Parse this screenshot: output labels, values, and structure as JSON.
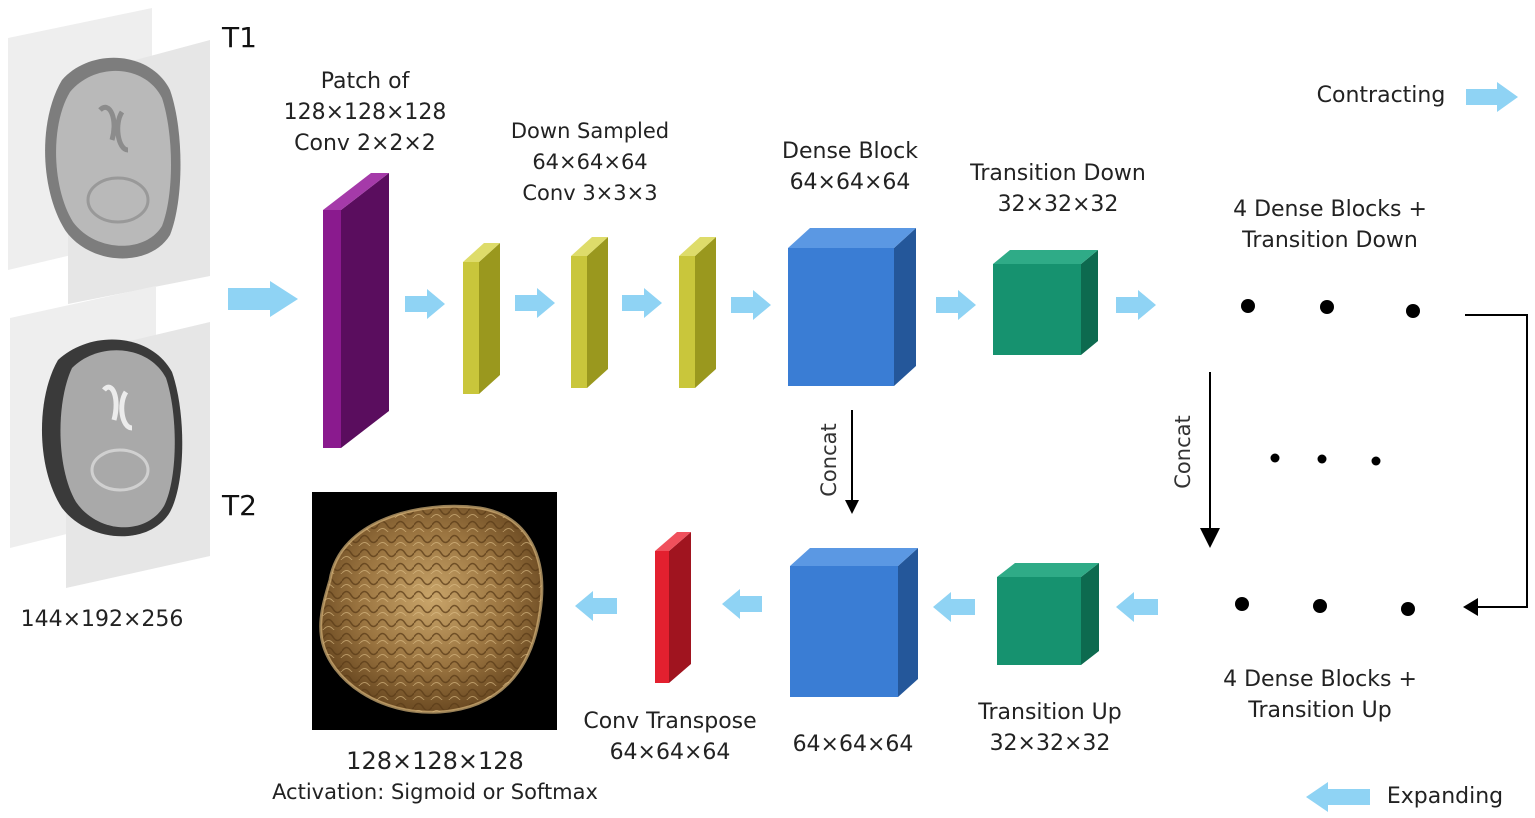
{
  "colors": {
    "arrow": "#8fd3f4",
    "patch_front": "#8a1a8e",
    "patch_side": "#5a0d5e",
    "patch_top": "#a53aa9",
    "conv_front": "#c9c63b",
    "conv_side": "#9a981e",
    "conv_top": "#dedc6a",
    "dense_front": "#3a7dd4",
    "dense_side": "#24579a",
    "dense_top": "#5b98e3",
    "trans_front": "#16926f",
    "trans_side": "#0d6a4f",
    "trans_top": "#2fab87",
    "convt_front": "#e3202f",
    "convt_side": "#a0141f",
    "convt_top": "#f0505c",
    "brain_bg": "#000000",
    "brain_tissue": "#a07a44"
  },
  "labels": {
    "t1": "T1",
    "t2": "T2",
    "input_size": "144×192×256",
    "patch": [
      "Patch of",
      "128×128×128",
      "Conv 2×2×2"
    ],
    "down_sampled": [
      "Down Sampled",
      "64×64×64",
      "Conv 3×3×3"
    ],
    "dense_top": [
      "Dense Block",
      "64×64×64"
    ],
    "trans_down": [
      "Transition Down",
      "32×32×32"
    ],
    "dense_blocks_down": [
      "4  Dense Blocks +",
      "Transition Down"
    ],
    "contracting": "Contracting",
    "concat": "Concat",
    "dense_bottom": "64×64×64",
    "trans_up": [
      "Transition Up",
      "32×32×32"
    ],
    "dense_blocks_up": [
      "4  Dense Blocks +",
      "Transition Up"
    ],
    "conv_transpose": [
      "Conv Transpose",
      "64×64×64"
    ],
    "output": [
      "128×128×128",
      "Activation: Sigmoid or Softmax"
    ],
    "expanding": "Expanding"
  }
}
